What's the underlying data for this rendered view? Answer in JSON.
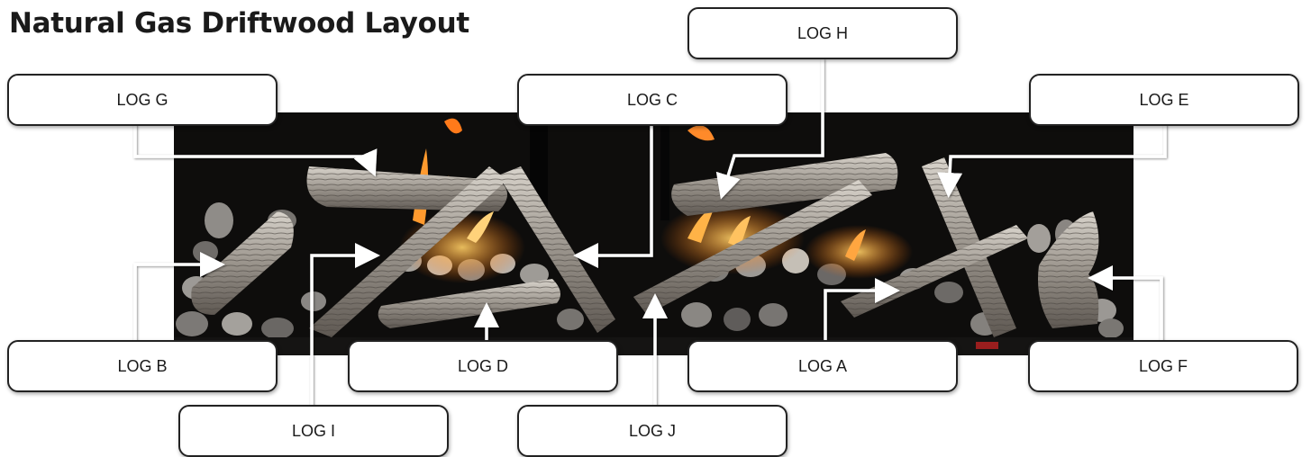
{
  "title": "Natural Gas Driftwood Layout",
  "labels": {
    "log_a": "LOG A",
    "log_b": "LOG B",
    "log_c": "LOG C",
    "log_d": "LOG D",
    "log_e": "LOG E",
    "log_f": "LOG F",
    "log_g": "LOG G",
    "log_h": "LOG H",
    "log_i": "LOG I",
    "log_j": "LOG J"
  },
  "colors": {
    "leader_line": "#ffffff",
    "box_border": "#222222",
    "flame": "#ff9a2e"
  }
}
